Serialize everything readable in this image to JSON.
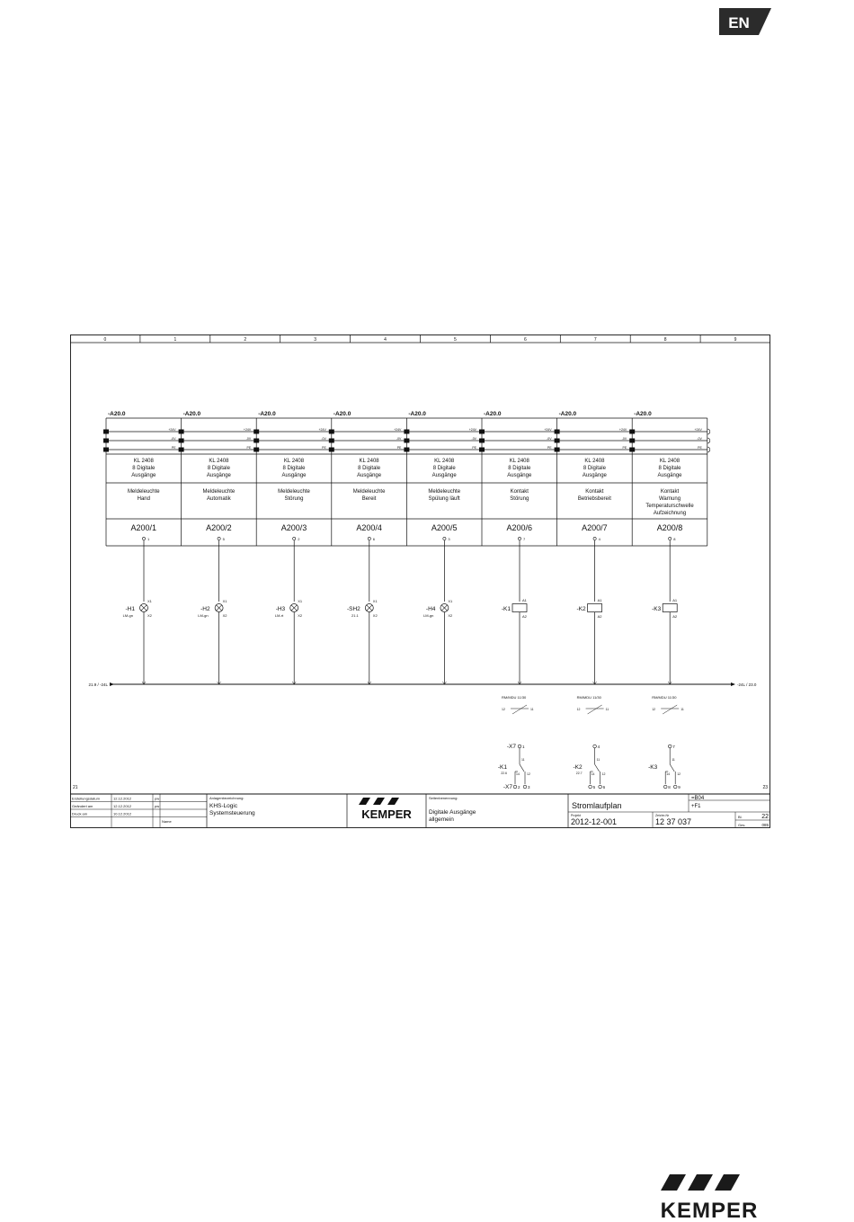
{
  "language_badge": "EN",
  "brand": "KEMPER",
  "drawing": {
    "column_numbers": [
      "0",
      "1",
      "2",
      "3",
      "4",
      "5",
      "6",
      "7",
      "8",
      "9"
    ],
    "page_ref_left": "21",
    "page_ref_right": "23",
    "bus_left_ref": "21.9 / -24L",
    "bus_right_ref": "-24L / 23.0",
    "bus_terminal_labels": [
      "+24V",
      "-0V",
      "PE"
    ],
    "modules": [
      {
        "tag": "-A20.0",
        "module": "KL 2408",
        "type": "8 Digitale",
        "kind": "Ausgänge",
        "function": [
          "Meldeleuchte",
          "Hand"
        ],
        "address": "A200/1",
        "terminal": "1",
        "device": "-H1",
        "device_sub": "LM-gn",
        "device_type": "lamp"
      },
      {
        "tag": "-A20.0",
        "module": "KL 2408",
        "type": "8 Digitale",
        "kind": "Ausgänge",
        "function": [
          "Meldeleuchte",
          "Automatik"
        ],
        "address": "A200/2",
        "terminal": "5",
        "device": "-H2",
        "device_sub": "LM-gn",
        "device_type": "lamp"
      },
      {
        "tag": "-A20.0",
        "module": "KL 2408",
        "type": "8 Digitale",
        "kind": "Ausgänge",
        "function": [
          "Meldeleuchte",
          "Störung"
        ],
        "address": "A200/3",
        "terminal": "2",
        "device": "-H3",
        "device_sub": "LM-rt",
        "device_type": "lamp"
      },
      {
        "tag": "-A20.0",
        "module": "KL 2408",
        "type": "8 Digitale",
        "kind": "Ausgänge",
        "function": [
          "Meldeleuchte",
          "Bereit"
        ],
        "address": "A200/4",
        "terminal": "6",
        "device": "-SH2",
        "device_sub": "21.1",
        "device_type": "lamp"
      },
      {
        "tag": "-A20.0",
        "module": "KL 2408",
        "type": "8 Digitale",
        "kind": "Ausgänge",
        "function": [
          "Meldeleuchte",
          "Spülung läuft"
        ],
        "address": "A200/5",
        "terminal": "3",
        "device": "-H4",
        "device_sub": "LM-gn",
        "device_type": "lamp"
      },
      {
        "tag": "-A20.0",
        "module": "KL 2408",
        "type": "8 Digitale",
        "kind": "Ausgänge",
        "function": [
          "Kontakt",
          "Störung"
        ],
        "address": "A200/6",
        "terminal": "7",
        "device": "-K1",
        "device_sub": "",
        "device_type": "relay"
      },
      {
        "tag": "-A20.0",
        "module": "KL 2408",
        "type": "8 Digitale",
        "kind": "Ausgänge",
        "function": [
          "Kontakt",
          "Betriebsbereit"
        ],
        "address": "A200/7",
        "terminal": "4",
        "device": "-K2",
        "device_sub": "",
        "device_type": "relay"
      },
      {
        "tag": "-A20.0",
        "module": "KL 2408",
        "type": "8 Digitale",
        "kind": "Ausgänge",
        "function": [
          "Kontakt",
          "Warnung",
          "Temperaturschwelle",
          "Aufzeichnung"
        ],
        "address": "A200/8",
        "terminal": "8",
        "device": "-K3",
        "device_sub": "",
        "device_type": "relay"
      }
    ],
    "pin_labels": {
      "x1": "X1",
      "x2": "X2",
      "a1": "A1",
      "a2": "A2"
    },
    "relay_refs": [
      {
        "ref": "RM/MDU 11/30",
        "contact": "-K1",
        "contact_ref": "22.6",
        "terminal_strip": "-X7",
        "top_terminal": "1",
        "bottom_terminals": [
          "2",
          "3"
        ],
        "pins": [
          "11",
          "14",
          "12"
        ]
      },
      {
        "ref": "RM/MDU 11/30",
        "contact": "-K2",
        "contact_ref": "22.7",
        "terminal_strip": "",
        "top_terminal": "4",
        "bottom_terminals": [
          "5",
          "6"
        ],
        "pins": [
          "11",
          "14",
          "12"
        ]
      },
      {
        "ref": "RM/MDU 11/30",
        "contact": "-K3",
        "contact_ref": "",
        "terminal_strip": "",
        "top_terminal": "7",
        "bottom_terminals": [
          "8",
          "9"
        ],
        "pins": [
          "11",
          "14",
          "12"
        ]
      }
    ],
    "title_block": {
      "rows": [
        {
          "label": "Erstellungsdatum",
          "date": "12.12.2012",
          "name": "pw"
        },
        {
          "label": "Geändert am",
          "date": "12.12.2012",
          "name": "pw"
        },
        {
          "label": "Druck am",
          "date": "10.12.2012",
          "name": ""
        }
      ],
      "name_header": "Name",
      "plant_caption": "Anlagenbezeichnung:",
      "plant_line1": "KHS-Logic",
      "plant_line2": "Systemsteuerung",
      "page_caption": "Seitenbenennung:",
      "page_line1": "Digitale Ausgänge",
      "page_line2": "allgemein",
      "doc_title": "Stromlaufplan",
      "field_b": "=B04",
      "field_f": "+F1",
      "project_caption": "Projekt",
      "project_no": "2012-12-001",
      "drawing_caption": "Zeichn.Nr",
      "drawing_no": "12 37 037",
      "sheet_label": "Bl.",
      "sheet_no": "22",
      "total_label": "Ges.",
      "total_no": "085"
    }
  }
}
